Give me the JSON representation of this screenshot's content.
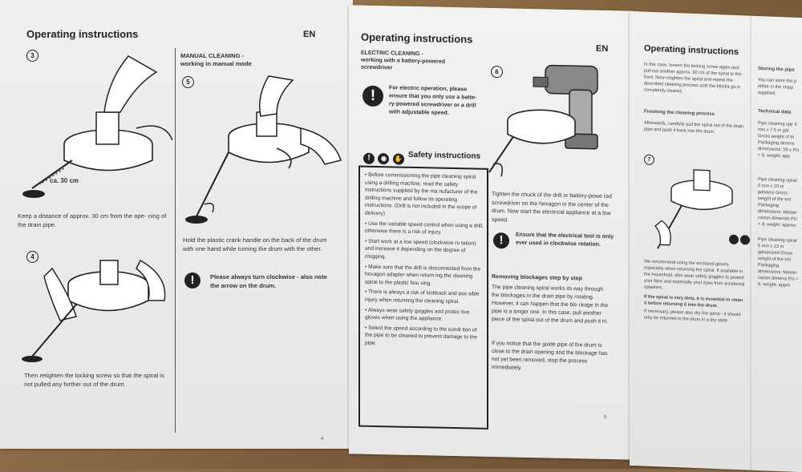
{
  "page_left": {
    "title": "Operating instructions",
    "lang": "EN",
    "step3": "3",
    "step4": "4",
    "step5": "5",
    "dist_label": "ca. 30 cm",
    "keep_distance": "Keep a distance of approx. 30 cm from the ope- ning of the drain pipe.",
    "retighten": "Then retighten the locking screw so that the spiral is not pulled any further out of the drum.",
    "manual_heading": "MANUAL CLEANING -",
    "manual_sub": "working in manual mode",
    "hold_crank": "Hold the plastic crank handle on the back of the drum with one hand while turning the drum with the other.",
    "turn_clockwise": "Please always turn clockwise - also note the arrow on the drum.",
    "page_num": "4"
  },
  "page_middle": {
    "title": "Operating instructions",
    "lang": "EN",
    "electric_heading": "ELECTRIC CLEANING -",
    "electric_sub": "working with a battery-powered screwdriver",
    "electric_warning": "For electric operation, please ensure that you only use a batte- ry-powered screwdriver or a drill with adjustable speed.",
    "step6": "6",
    "safety_title": "Safety instructions",
    "safety_items": [
      "• Before commissioning the pipe cleaning spiral using a drilling machine, read the safety instructions supplied by the ma nufacturer of the drilling machine and follow its operating instructions. (Drill is not included in the scope of delivery)",
      "• Use the variable speed control when using a drill, otherwise there is a risk of injury.",
      "• Start work at a low speed (clockwise ro tation) and increase it depending on the degree of clogging.",
      "• Make sure that the drill is disconnected from the hexagon adapter when return ing the cleaning spiral to the plastic hou sing.",
      "• There is always a risk of kickback and pos sible injury when returning the cleaning spiral.",
      "• Always wear safety goggles and protec tive gloves when using the appliance.",
      "• Select the speed according to the condi tion of the pipe to be cleaned to prevent damage to the pipe."
    ],
    "tighten_chuck": "Tighten the chuck of the drill or battery-powe red screwdriver on the hexagon in the center of the drum. Now start the electrical appliance at a low speed.",
    "ensure_tool": "Ensure that the electrical tool is only ever used in clockwise rotation.",
    "removing_heading": "Removing blockages step by step",
    "removing_text": "The pipe cleaning spiral works its way through the blockages in the drain pipe by rotating. However, it can happen that the blo ckage in the pipe is a longer one. In this case, pull another piece of the spiral out of the drum and push it in.",
    "guide_pipe": "If you notice that the guide pipe of the drum is close to the drain opening and the blockage has not yet been removed, stop the process immediately.",
    "page_num": "5"
  },
  "page_right": {
    "title": "Operating instructions",
    "loosen_text": "In this case, loosen the locking screw again and pull out another approx. 30 cm of the spiral to the front. Now retighten the spiral and repeat the described cleaning process until the blocka ge is completely cleared.",
    "finishing_heading": "Finishing the cleaning process",
    "finishing_text": "Afterwards, carefully pull the spiral out of the drain pipe and push it back into the drum.",
    "step7": "7",
    "gloves_text": "We recommend using the enclosed gloves, especially when returning the spiral. If available in the household, also wear safety goggles to protect your face and especially your eyes from accidental splashes.",
    "dirty_heading": "If the spiral is very dirty, it is essential to clean it before returning it into the drum.",
    "dirty_text": "If necessary, please also dry the spiral - it should only be returned to the drum in a dry state.",
    "storing_heading": "Storing the pipe",
    "storing_text": "You can store the p either in the shipp supplied.",
    "technical_heading": "Technical data",
    "technical_text": "Pipe cleaning spir 6 mm x 7.5 m gal Gross weight of th Packaging dimens dimensions: 59 x PU = 8, weight: app",
    "spec1": "Pipe cleaning spiral 6 mm x 10 m galvaniz Gross weight of the ent Packaging dimensions: Master carton dimensio PU = 8, weight: approx.",
    "spec2": "Pipe cleaning spiral 6 mm x 13 m galvanized Gross weight of the ent Packaging dimensions: Master carton dimensi PU = 8, weight: appro"
  }
}
